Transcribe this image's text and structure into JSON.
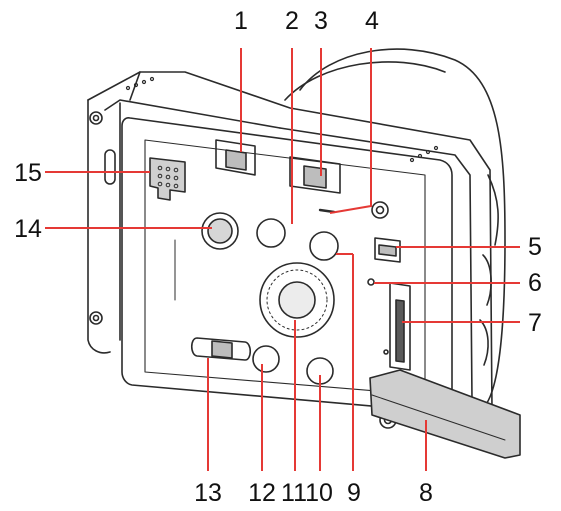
{
  "callouts": [
    {
      "id": "1",
      "label": "1"
    },
    {
      "id": "2",
      "label": "2"
    },
    {
      "id": "3",
      "label": "3"
    },
    {
      "id": "4",
      "label": "4"
    },
    {
      "id": "5",
      "label": "5"
    },
    {
      "id": "6",
      "label": "6"
    },
    {
      "id": "7",
      "label": "7"
    },
    {
      "id": "8",
      "label": "8"
    },
    {
      "id": "9",
      "label": "9"
    },
    {
      "id": "10",
      "label": "10"
    },
    {
      "id": "11",
      "label": "11"
    },
    {
      "id": "12",
      "label": "12"
    },
    {
      "id": "13",
      "label": "13"
    },
    {
      "id": "14",
      "label": "14"
    },
    {
      "id": "15",
      "label": "15"
    }
  ],
  "colors": {
    "line": "#2b2b2b",
    "callout_line": "#e53935",
    "background": "#ffffff",
    "text": "#111111"
  }
}
